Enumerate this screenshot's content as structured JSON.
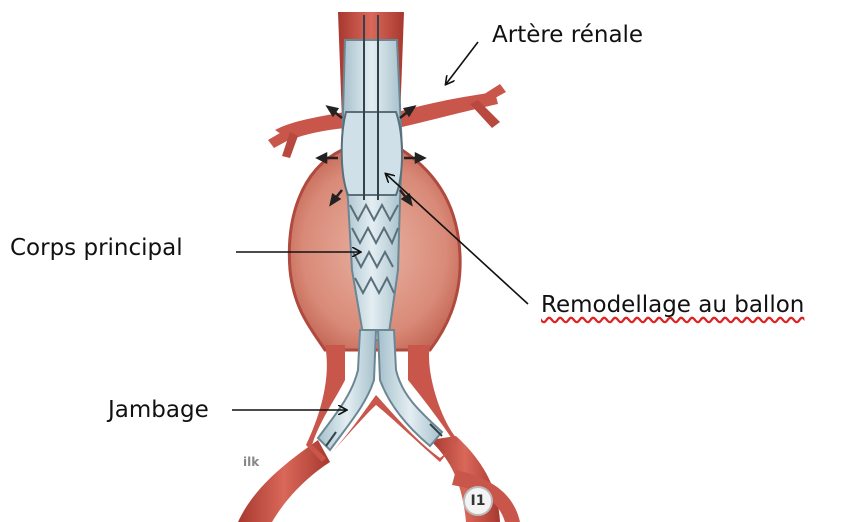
{
  "labels": {
    "renal_artery": "Artère rénale",
    "main_body": "Corps principal",
    "balloon_remodeling": "Remodellage au ballon",
    "limb": "Jambage"
  },
  "figure_marks": {
    "left": "ilk",
    "right": "I1"
  },
  "colors": {
    "vessel": "#c9564a",
    "vessel_dark": "#a8382f",
    "aneurysm": "#d98a78",
    "stent": "#c9dde6",
    "stent_wire": "#5a6f7a",
    "arrow": "#111111"
  }
}
